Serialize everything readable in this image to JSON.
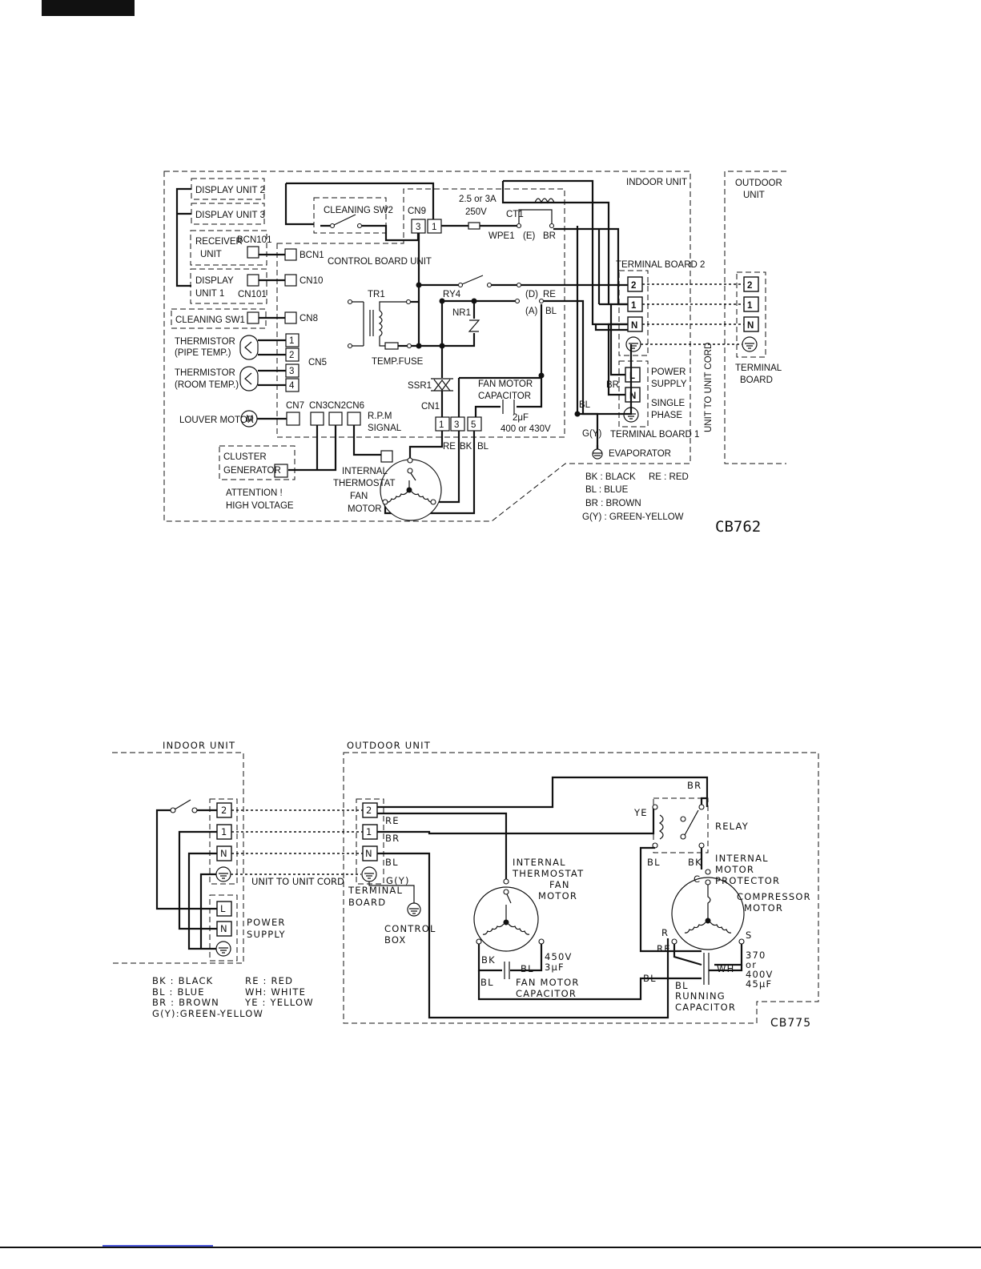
{
  "diagram1": {
    "code": "CB762",
    "indoor_unit": "INDOOR UNIT",
    "outdoor_unit": [
      "OUTDOOR",
      "UNIT"
    ],
    "display_unit_2": "DISPLAY UNIT 2",
    "display_unit_3": "DISPLAY UNIT 3",
    "receiver_unit": [
      "RECEIVER",
      "UNIT"
    ],
    "bcn101": "BCN101",
    "bcn1": "BCN1",
    "display_unit_1": [
      "DISPLAY",
      "UNIT 1"
    ],
    "cn101": "CN101",
    "cn10": "CN10",
    "cleaning_sw1": "CLEANING SW1",
    "cn8": "CN8",
    "thermistor_pipe": [
      "THERMISTOR",
      "(PIPE TEMP.)"
    ],
    "thermistor_room": [
      "THERMISTOR",
      "(ROOM TEMP.)"
    ],
    "cn5": "CN5",
    "cn5_pins": [
      "1",
      "2",
      "3",
      "4"
    ],
    "louver_motor": "LOUVER MOTOR",
    "m": "M",
    "cn7": "CN7",
    "cn3": "CN3",
    "cn2": "CN2",
    "cn6": "CN6",
    "rpm_signal": [
      "R.P.M",
      "SIGNAL"
    ],
    "cluster_generator": [
      "CLUSTER",
      "GENERATOR"
    ],
    "attention": [
      "ATTENTION !",
      "HIGH VOLTAGE"
    ],
    "cleaning_sw2": "CLEANING SW2",
    "cn9": "CN9",
    "cn9_pins": [
      "3",
      "1"
    ],
    "control_board_unit": "CONTROL BOARD UNIT",
    "fuse_rating": [
      "2.5 or 3A",
      "250V"
    ],
    "ct1": "CT1",
    "wpe1": "WPE1",
    "e_label": "(E)",
    "br": "BR",
    "ry4": "RY4",
    "tr1": "TR1",
    "nr1": "NR1",
    "d_label": "(D)",
    "a_label": "(A)",
    "re": "RE",
    "bl": "BL",
    "bk": "BK",
    "temp_fuse": "TEMP.FUSE",
    "ssr1": "SSR1",
    "cn1": "CN1",
    "cn1_pins": [
      "1",
      "3",
      "5"
    ],
    "fan_motor_capacitor": [
      "FAN MOTOR",
      "CAPACITOR"
    ],
    "cap_value": [
      "2μF",
      "400 or 430V"
    ],
    "internal_thermostat": [
      "INTERNAL",
      "THERMOSTAT"
    ],
    "fan_motor": [
      "FAN",
      "MOTOR"
    ],
    "terminal_board_2": "TERMINAL BOARD 2",
    "terminals": [
      "2",
      "1",
      "N"
    ],
    "power_supply": [
      "POWER",
      "SUPPLY"
    ],
    "single_phase": [
      "SINGLE",
      "PHASE"
    ],
    "terminal_board_1": "TERMINAL BOARD 1",
    "ps_terminals": [
      "L",
      "N"
    ],
    "gy": "G(Y)",
    "evaporator": "EVAPORATOR",
    "unit_to_unit_cord": "UNIT TO UNIT CORD",
    "terminal_board": [
      "TERMINAL",
      "BOARD"
    ],
    "legend": [
      "BK  : BLACK",
      "BL  : BLUE",
      "BR  : BROWN",
      "G(Y)  : GREEN-YELLOW"
    ],
    "legend_re": "RE : RED"
  },
  "diagram2": {
    "code": "CB775",
    "indoor_unit": "INDOOR UNIT",
    "outdoor_unit": "OUTDOOR UNIT",
    "terminals": [
      "2",
      "1",
      "N"
    ],
    "ps_terminals": [
      "L",
      "N"
    ],
    "power_supply": [
      "POWER",
      "SUPPLY"
    ],
    "unit_to_unit_cord": "UNIT TO UNIT CORD",
    "terminal_board": [
      "TERMINAL",
      "BOARD"
    ],
    "gy": "G(Y)",
    "control_box": [
      "CONTROL",
      "BOX"
    ],
    "re": "RE",
    "br": "BR",
    "bl": "BL",
    "bk": "BK",
    "ye": "YE",
    "wh": "WH",
    "relay": "RELAY",
    "internal_thermostat": "INTERNAL",
    "thermostat": "THERMOSTAT",
    "fan_motor": [
      "FAN",
      "MOTOR"
    ],
    "internal_motor_protector": [
      "INTERNAL",
      "MOTOR",
      "PROTECTOR"
    ],
    "compressor_motor": [
      "COMPRESSOR",
      "MOTOR"
    ],
    "c": "C",
    "r": "R",
    "s": "S",
    "fan_cap_value": [
      "450V",
      "3μF"
    ],
    "fan_motor_capacitor": [
      "FAN MOTOR",
      "CAPACITOR"
    ],
    "run_cap_value": [
      "370",
      "or",
      "400V",
      "45μF"
    ],
    "running_capacitor": [
      "RUNNING",
      "CAPACITOR"
    ],
    "legend_left": [
      "BK : BLACK",
      "BL : BLUE",
      "BR : BROWN",
      "G(Y):GREEN-YELLOW"
    ],
    "legend_right": [
      "RE : RED",
      "WH: WHITE",
      "YE : YELLOW"
    ]
  }
}
